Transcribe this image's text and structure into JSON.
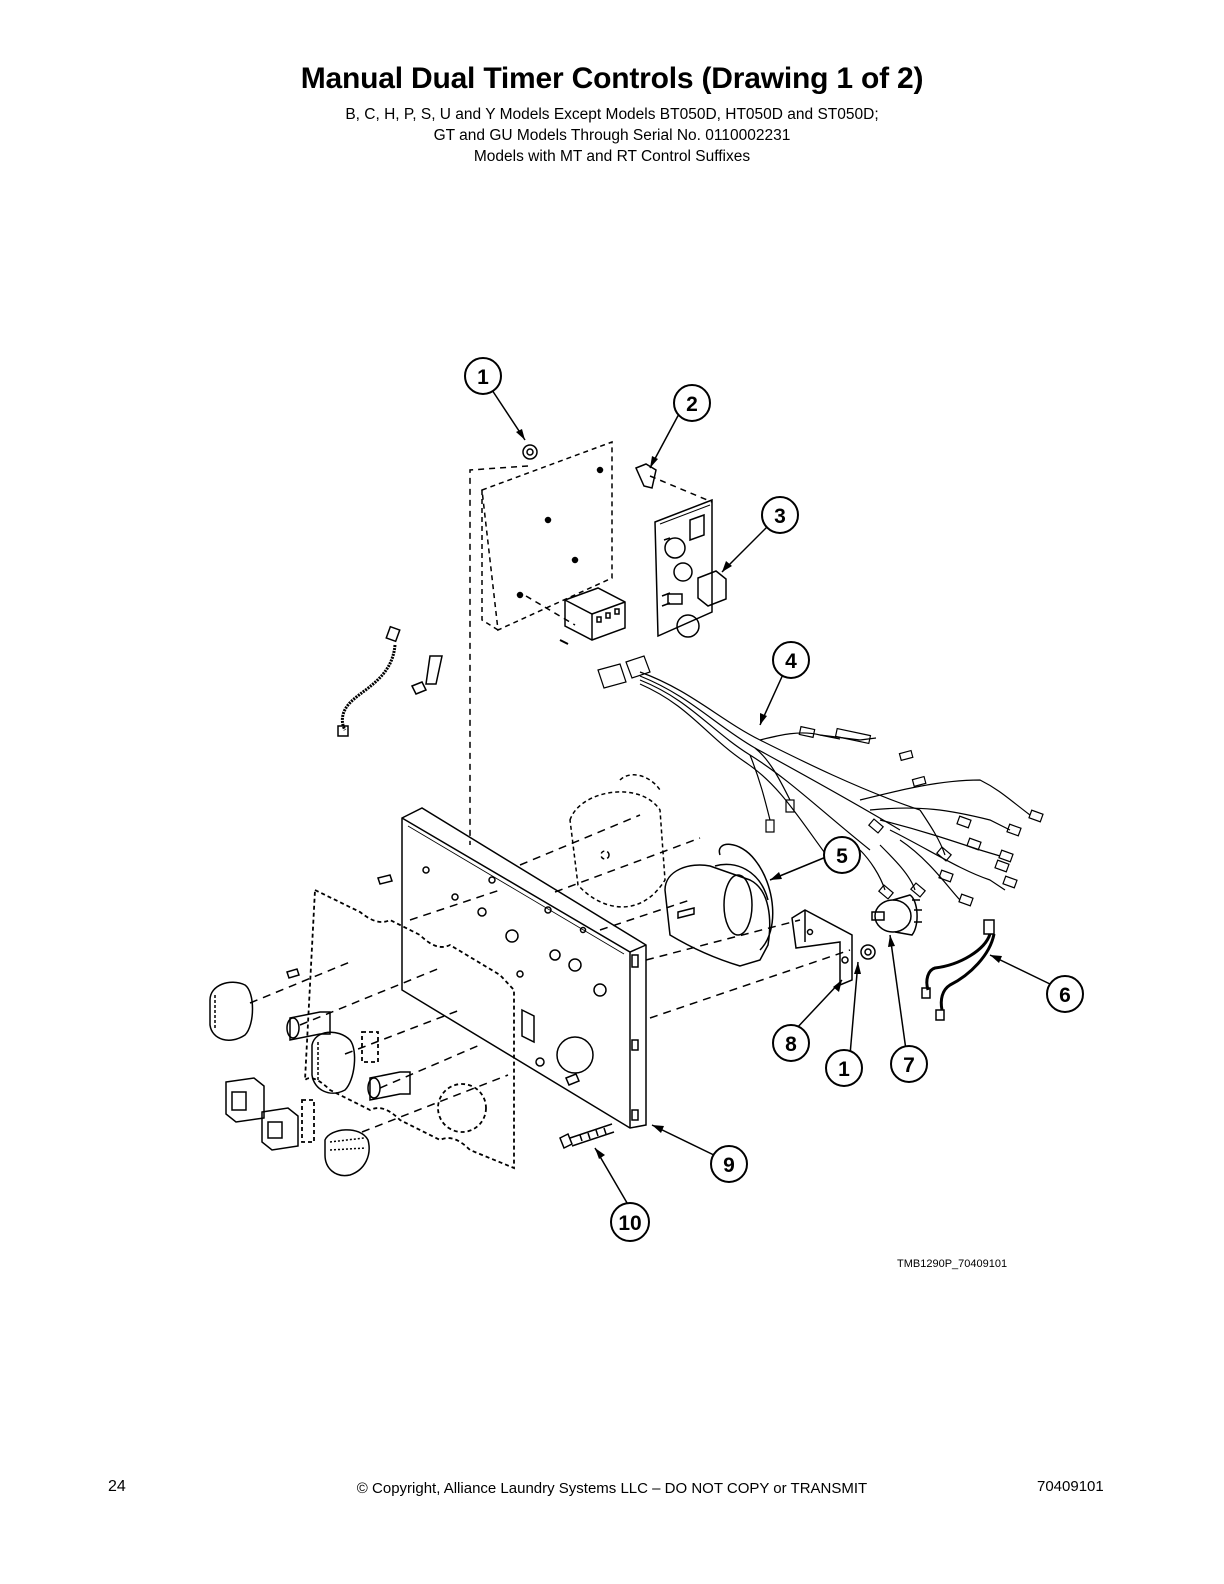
{
  "header": {
    "title": "Manual Dual Timer Controls (Drawing 1 of 2)",
    "subtitle_lines": [
      "B, C, H, P, S, U and Y Models Except Models BT050D, HT050D and ST050D;",
      "GT and GU Models Through Serial No. 0110002231",
      "Models with MT and RT Control Suffixes"
    ]
  },
  "diagram": {
    "callouts": [
      "1",
      "2",
      "3",
      "4",
      "5",
      "6",
      "1",
      "7",
      "8",
      "9",
      "10"
    ],
    "reference_code": "TMB1290P_70409101"
  },
  "footer": {
    "page_number": "24",
    "copyright": "© Copyright, Alliance Laundry Systems LLC – DO NOT COPY or TRANSMIT",
    "doc_number": "70409101"
  }
}
